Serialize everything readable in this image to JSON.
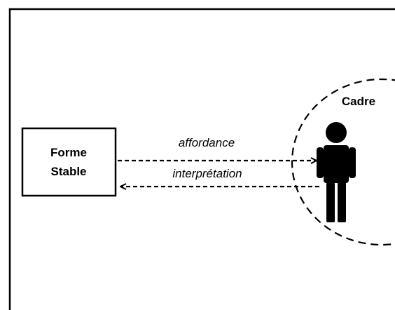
{
  "box": {
    "line1": "Forme",
    "line2": "Stable"
  },
  "arrows": {
    "top": "affordance",
    "bottom": "interprétation"
  },
  "cadre": "Cadre"
}
